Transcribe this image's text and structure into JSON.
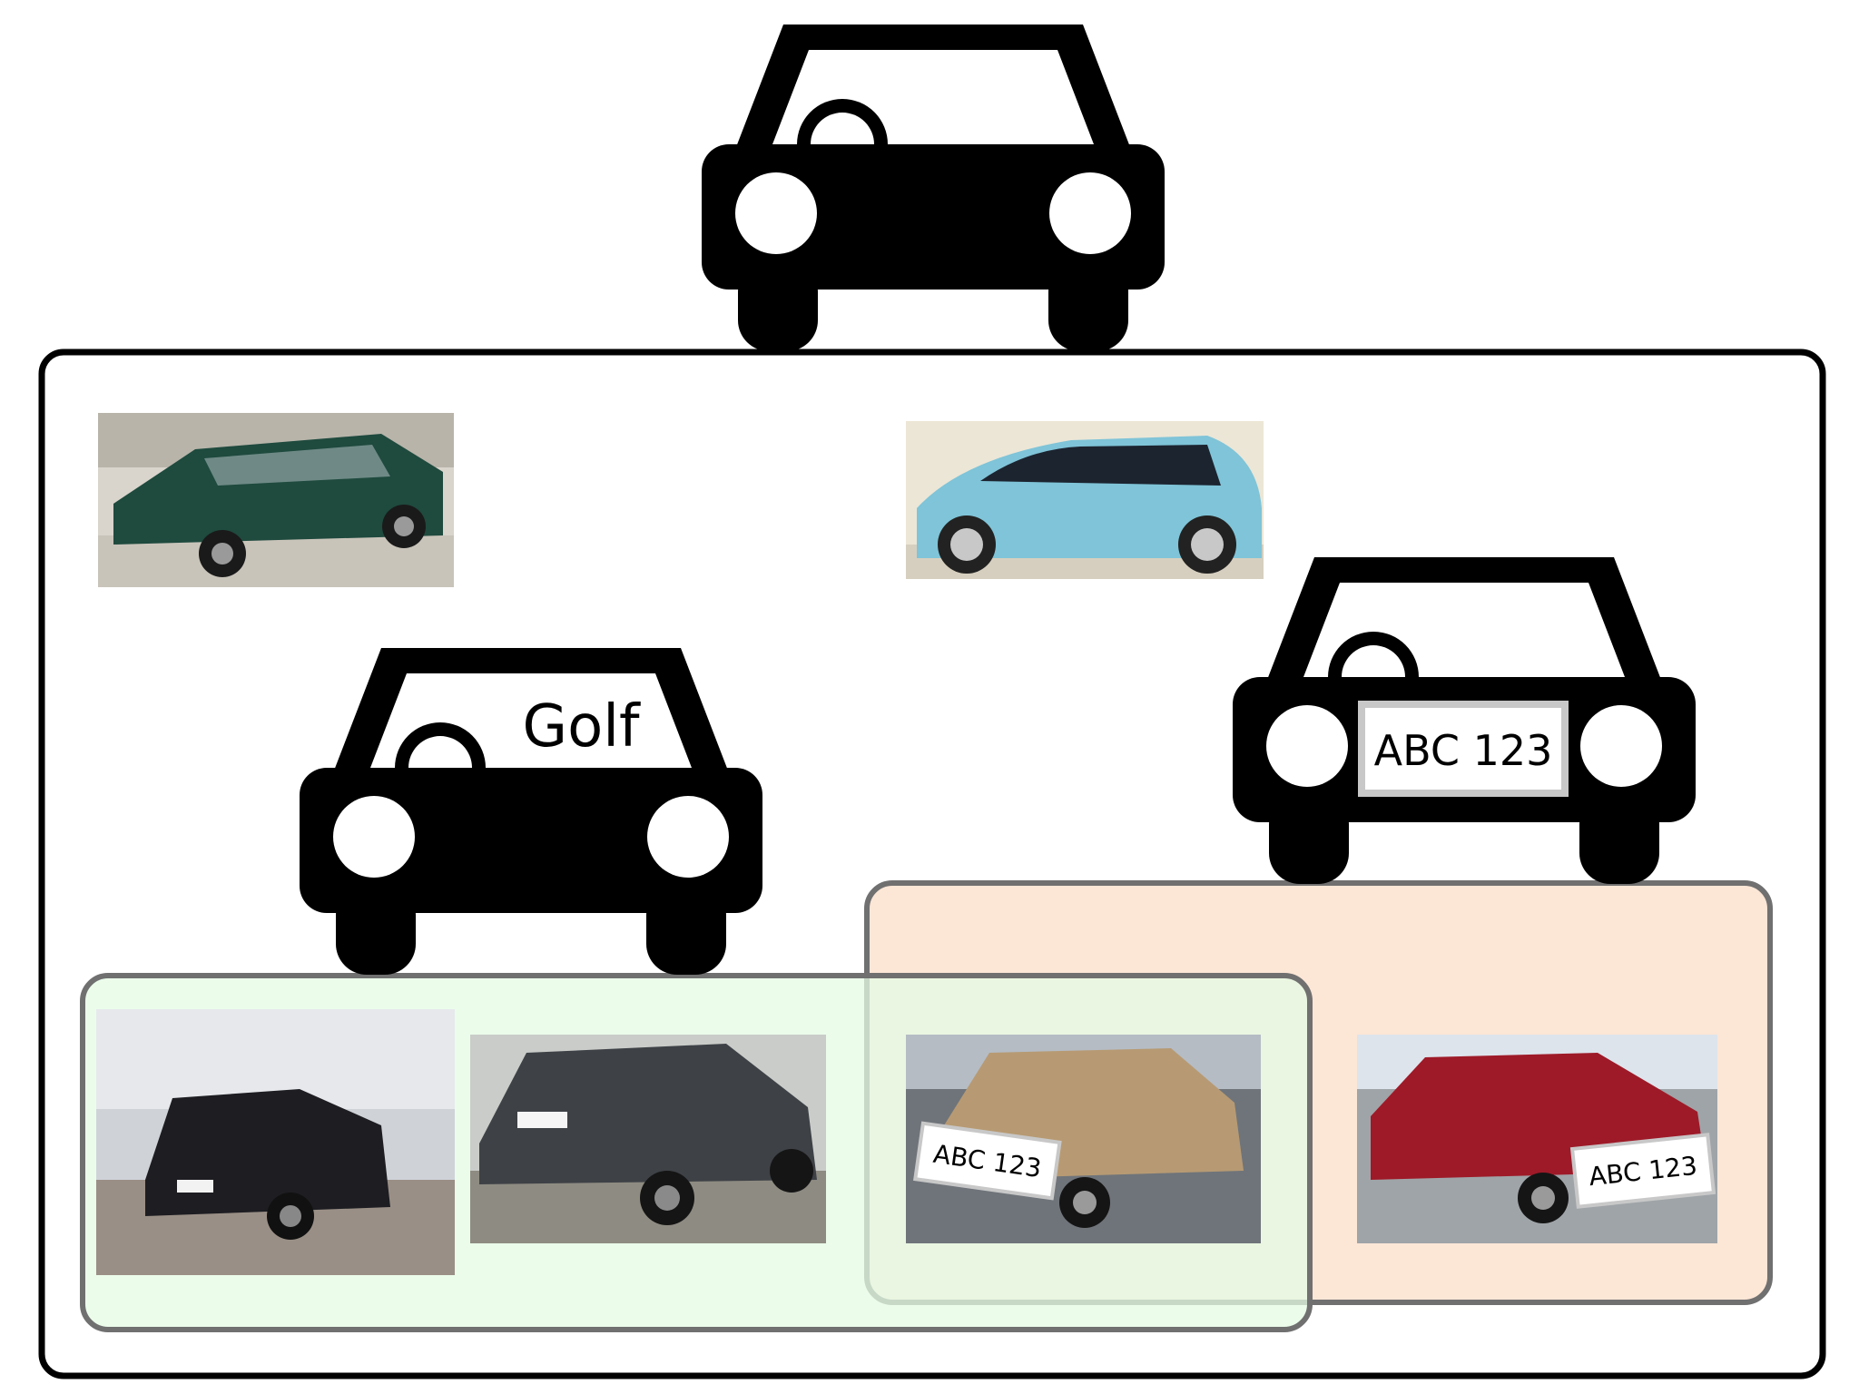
{
  "colors": {
    "icon": "#000000",
    "outer_frame_stroke": "#000000",
    "group_frame_stroke": "#707070",
    "group_golf_fill": "#e4fbe4",
    "group_plate_fill": "#fbe0cc",
    "plate_border": "#c8c8c8",
    "photo_green_van": "#1f4a3e",
    "photo_blue_concept": "#7fc4d8",
    "photo_black_golf": "#1d1d22",
    "photo_grey_golf": "#3e4146",
    "photo_beige_golf": "#b79a73",
    "photo_red_hatch": "#9e1a28"
  },
  "icons": {
    "top": "car-icon",
    "golf": "car-icon",
    "plate": "car-icon"
  },
  "labels": {
    "golf": "Golf",
    "plate": "ABC 123",
    "photo_beige_plate": "ABC 123",
    "photo_red_plate": "ABC 123"
  },
  "photos": [
    {
      "name": "green-minivan-photo",
      "color_key": "photo_green_van"
    },
    {
      "name": "blue-concept-car-photo",
      "color_key": "photo_blue_concept"
    },
    {
      "name": "black-golf-photo",
      "color_key": "photo_black_golf"
    },
    {
      "name": "grey-golf-photo",
      "color_key": "photo_grey_golf"
    },
    {
      "name": "beige-golf-photo",
      "color_key": "photo_beige_golf"
    },
    {
      "name": "red-hatchback-photo",
      "color_key": "photo_red_hatch"
    }
  ]
}
